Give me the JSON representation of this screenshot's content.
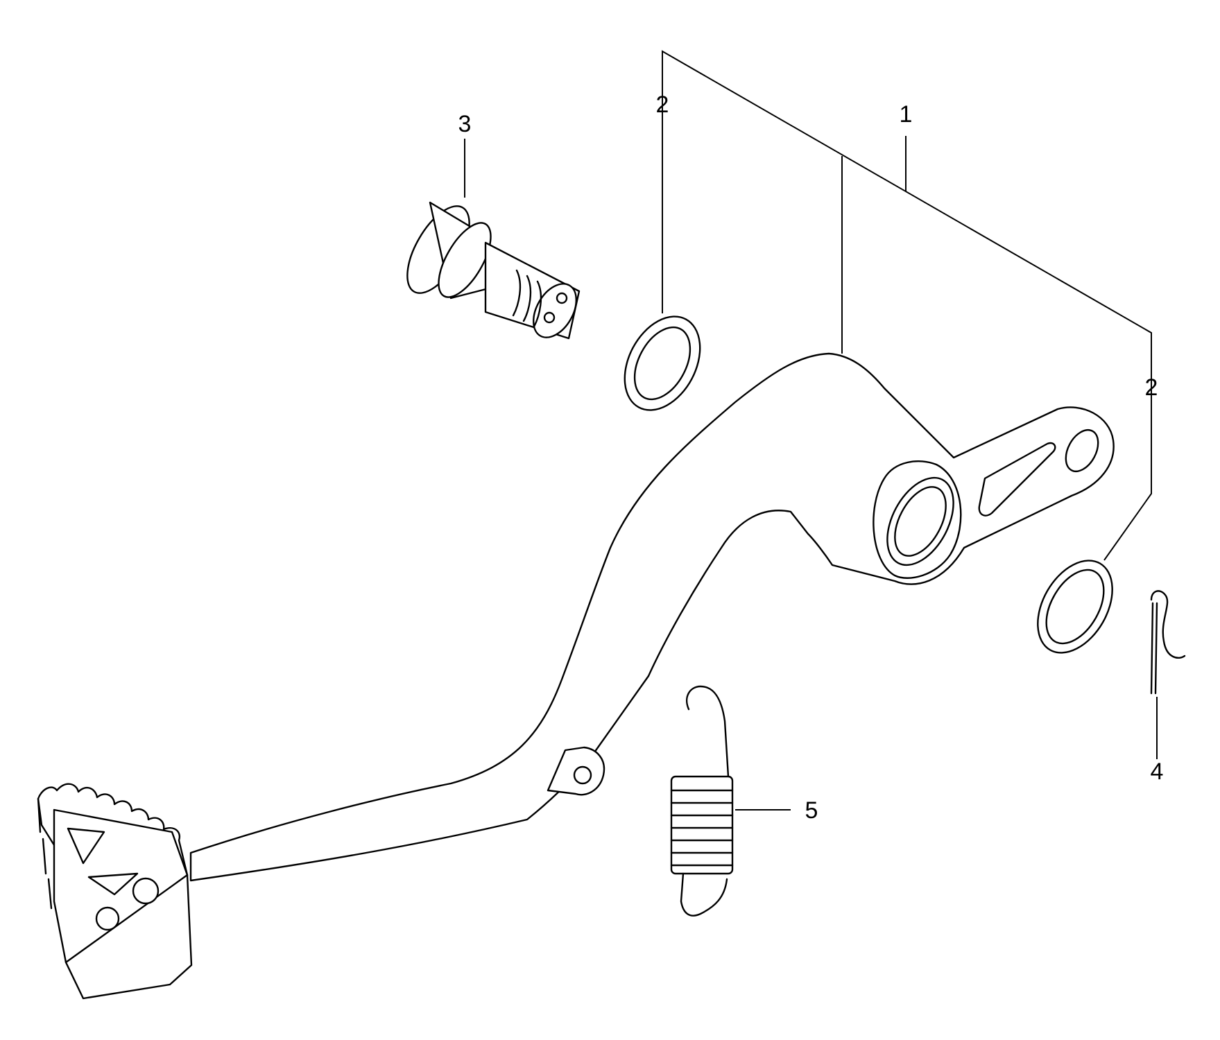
{
  "diagram": {
    "callouts": {
      "c1": "1",
      "c2a": "2",
      "c2b": "2",
      "c3": "3",
      "c4": "4",
      "c5": "5"
    },
    "parts": [
      {
        "number": "1",
        "icon": "brake-pedal-icon"
      },
      {
        "number": "2",
        "icon": "seal-ring-icon"
      },
      {
        "number": "3",
        "icon": "pivot-bolt-icon"
      },
      {
        "number": "4",
        "icon": "r-clip-pin-icon"
      },
      {
        "number": "5",
        "icon": "return-spring-icon"
      }
    ],
    "line_color": "#000000",
    "background": "#ffffff"
  }
}
